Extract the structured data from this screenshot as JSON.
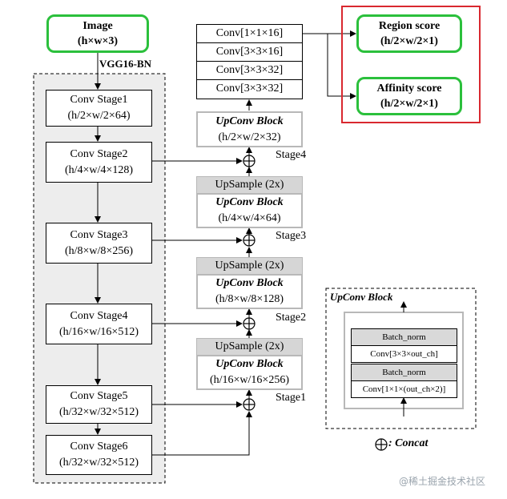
{
  "input": {
    "title": "Image",
    "shape": "(h×w×3)"
  },
  "backbone_label": "VGG16-BN",
  "conv_stages": [
    {
      "name": "Conv Stage1",
      "shape": "(h/2×w/2×64)"
    },
    {
      "name": "Conv Stage2",
      "shape": "(h/4×w/4×128)"
    },
    {
      "name": "Conv Stage3",
      "shape": "(h/8×w/8×256)"
    },
    {
      "name": "Conv Stage4",
      "shape": "(h/16×w/16×512)"
    },
    {
      "name": "Conv Stage5",
      "shape": "(h/32×w/32×512)"
    },
    {
      "name": "Conv Stage6",
      "shape": "(h/32×w/32×512)"
    }
  ],
  "head_convs": [
    "Conv[1×1×16]",
    "Conv[3×3×16]",
    "Conv[3×3×32]",
    "Conv[3×3×32]"
  ],
  "upconv_blocks": [
    {
      "upsample": "",
      "title": "UpConv Block",
      "shape": "(h/2×w/2×32)",
      "stage": "Stage4"
    },
    {
      "upsample": "UpSample (2x)",
      "title": "UpConv Block",
      "shape": "(h/4×w/4×64)",
      "stage": "Stage3"
    },
    {
      "upsample": "UpSample (2x)",
      "title": "UpConv Block",
      "shape": "(h/8×w/8×128)",
      "stage": "Stage2"
    },
    {
      "upsample": "UpSample (2x)",
      "title": "UpConv Block",
      "shape": "(h/16×w/16×256)",
      "stage": "Stage1"
    }
  ],
  "outputs": [
    {
      "title": "Region score",
      "shape": "(h/2×w/2×1)"
    },
    {
      "title": "Affinity score",
      "shape": "(h/2×w/2×1)"
    }
  ],
  "legend": {
    "upconv_title": "UpConv Block",
    "layers": [
      "Batch_norm",
      "Conv[3×3×out_ch]",
      "Batch_norm",
      "Conv[1×1×(out_ch×2)]"
    ],
    "concat_symbol": "⊕",
    "concat_label": ": Concat"
  },
  "watermark": "@稀土掘金技术社区",
  "colors": {
    "green_border": "#2bc03c",
    "red_border": "#d9282f",
    "gray_fill": "#d6d6d6",
    "gray_border": "#b8b8b8"
  }
}
